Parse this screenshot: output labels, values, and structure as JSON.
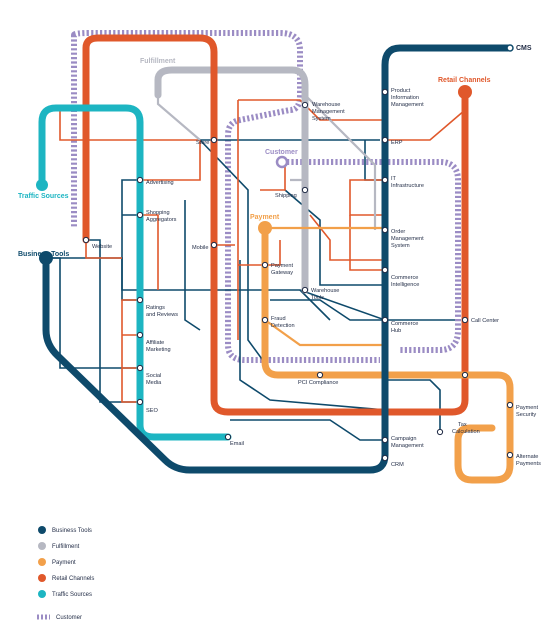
{
  "colors": {
    "business_tools": "#0e4a6b",
    "fulfillment": "#b6b8c2",
    "payment": "#f2a04a",
    "retail_channels": "#e0582b",
    "traffic_sources": "#1db5c2",
    "customer": "#9b8cc4"
  },
  "lines": {
    "cms": "CMS",
    "retail_channels": "Retail Channels",
    "fulfillment": "Fulfillment",
    "traffic_sources": "Traffic Sources",
    "business_tools": "Business Tools",
    "customer": "Customer",
    "payment": "Payment"
  },
  "stations": {
    "pim": [
      "Product",
      "Information",
      "Management"
    ],
    "wms": [
      "Warehouse",
      "Management",
      "System"
    ],
    "store": "Store",
    "erp": "ERP",
    "it": [
      "IT",
      "Infrastructure"
    ],
    "advertising": "Advertising",
    "shipping": "Shipping",
    "shopping": [
      "Shopping",
      "Aggregators"
    ],
    "oms": [
      "Order",
      "Management",
      "System"
    ],
    "website": "Website",
    "mobile": "Mobile",
    "gateway": [
      "Payment",
      "Gateway"
    ],
    "commerce_intel": [
      "Commerce",
      "Intelligence"
    ],
    "warehouse_tools": [
      "Warehouse",
      "Tools"
    ],
    "ratings": [
      "Ratings",
      "and Reviews"
    ],
    "fraud": [
      "Fraud",
      "Detection"
    ],
    "commerce_hub": [
      "Commerce",
      "Hub"
    ],
    "call_center": "Call Center",
    "affiliate": [
      "Affiliate",
      "Marketing"
    ],
    "social": [
      "Social",
      "Media"
    ],
    "pci": "PCI Compliance",
    "seo": "SEO",
    "payment_security": [
      "Payment",
      "Security"
    ],
    "tax": [
      "Tax",
      "Calculation"
    ],
    "email": "Email",
    "campaign": [
      "Campaign",
      "Management"
    ],
    "alternate_payments": [
      "Alternate",
      "Payments"
    ],
    "crm": "CRM"
  },
  "legend": [
    {
      "label": "Business Tools",
      "color": "#0e4a6b",
      "style": "dot"
    },
    {
      "label": "Fulfillment",
      "color": "#b6b8c2",
      "style": "dot"
    },
    {
      "label": "Payment",
      "color": "#f2a04a",
      "style": "dot"
    },
    {
      "label": "Retail Channels",
      "color": "#e0582b",
      "style": "dot"
    },
    {
      "label": "Traffic Sources",
      "color": "#1db5c2",
      "style": "dot"
    },
    {
      "label": "Customer",
      "color": "#9b8cc4",
      "style": "dashed"
    }
  ]
}
